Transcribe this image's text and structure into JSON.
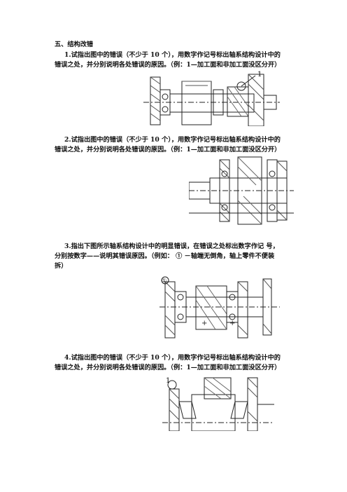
{
  "section_title": "五、结构改错",
  "q1": {
    "line1": "1.试指出图中的错误（不少于 10 个），用数字作记号标出轴系结构设计中的",
    "line2": "错误之处，并分别说明各处错误的原因。（例：1—加工面和非加工面没区分开）",
    "callout": "1"
  },
  "q2": {
    "line1": "2.试指出图中的错误（不少于 10 个），用数字作记号标出轴系结构设计中的",
    "line2": "错误之处，并分别说明各处错误的原因。（例：1—加工面和非加工面没区分开）"
  },
  "q3": {
    "line1": "3.指出下图所示轴系结构设计中的明显错误，在错误之处标出数字作记  号，",
    "line2": "分别按数字——说明其错误原因。（例如：  ①  －轴端无倒角，轴上零件不便装",
    "line3": "拆）",
    "callout": "①"
  },
  "q4": {
    "line1": "4.试指出图中的错误（不少于 10 个），用数字作记号标出轴系结构设计中的",
    "line2": "错误之处，并分别说明各处错误的原因。（例：1—加工面和非加工面没区分开）",
    "callout": "1"
  }
}
